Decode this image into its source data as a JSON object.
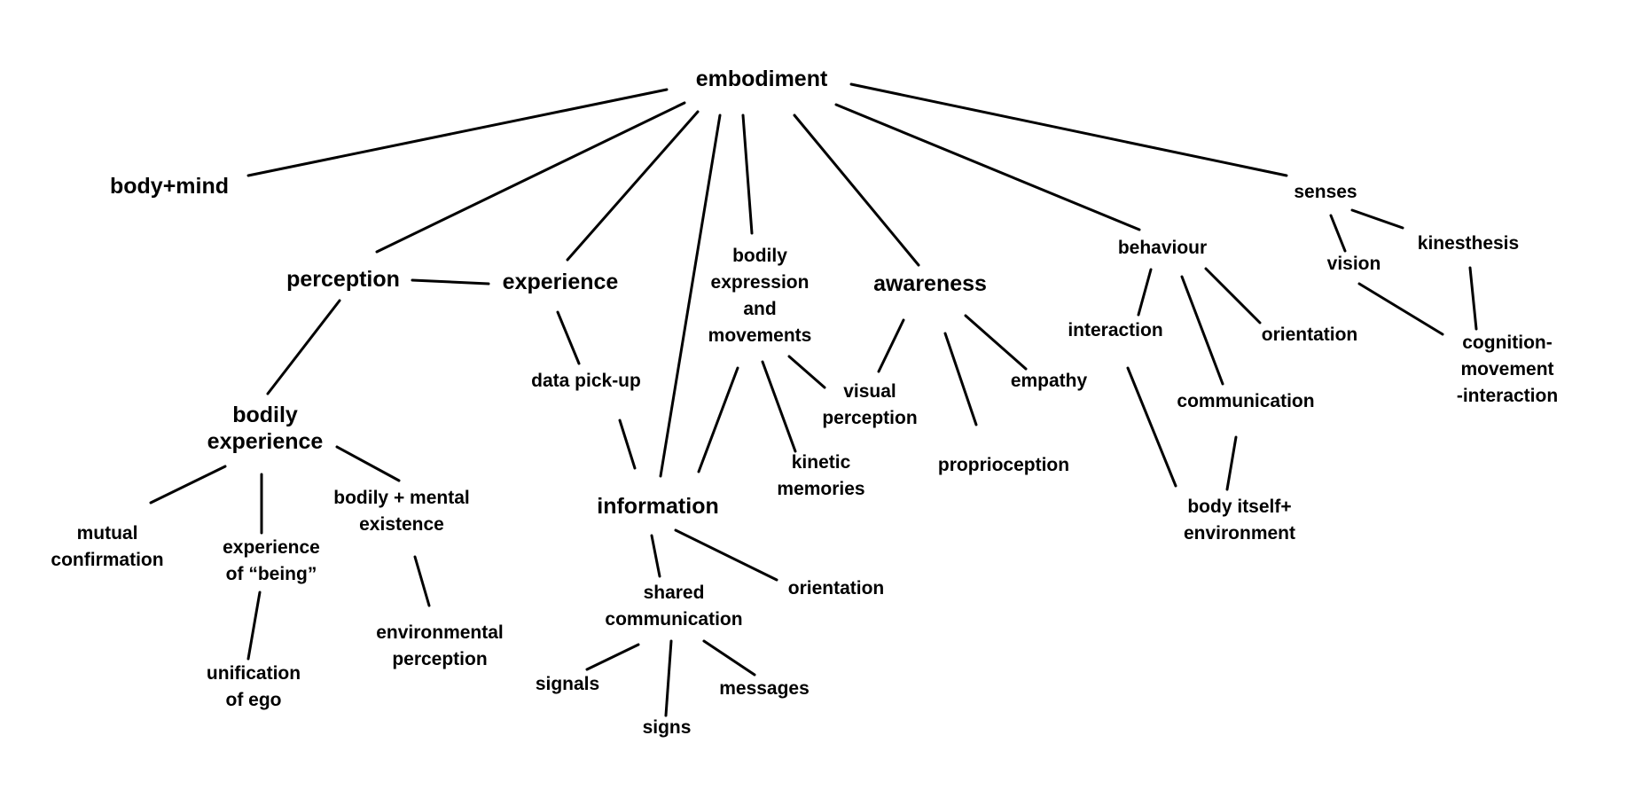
{
  "nodes": {
    "embodiment": "embodiment",
    "body_mind": "body+mind",
    "perception": "perception",
    "experience": "experience",
    "bodily_expression": "bodily\nexpression\nand\nmovements",
    "awareness": "awareness",
    "behaviour": "behaviour",
    "senses": "senses",
    "kinesthesis": "kinesthesis",
    "vision": "vision",
    "cognition_movement": "cognition-movement\n-interaction",
    "interaction": "interaction",
    "orientation_behaviour": "orientation",
    "communication": "communication",
    "body_itself_env": "body itself+\nenvironment",
    "empathy": "empathy",
    "visual_perception": "visual\nperception",
    "proprioception": "proprioception",
    "kinetic_memories": "kinetic\nmemories",
    "data_pickup": "data pick-up",
    "information": "information",
    "shared_communication": "shared\ncommunication",
    "orientation_info": "orientation",
    "signals": "signals",
    "signs": "signs",
    "messages": "messages",
    "bodily_experience": "bodily\nexperience",
    "mutual_confirmation": "mutual\nconfirmation",
    "experience_being": "experience\nof “being”",
    "bodily_mental": "bodily + mental\nexistence",
    "unification_ego": "unification\nof ego",
    "environmental_perception": "environmental\nperception"
  },
  "line_color": "#000000",
  "text_color": "#000000"
}
